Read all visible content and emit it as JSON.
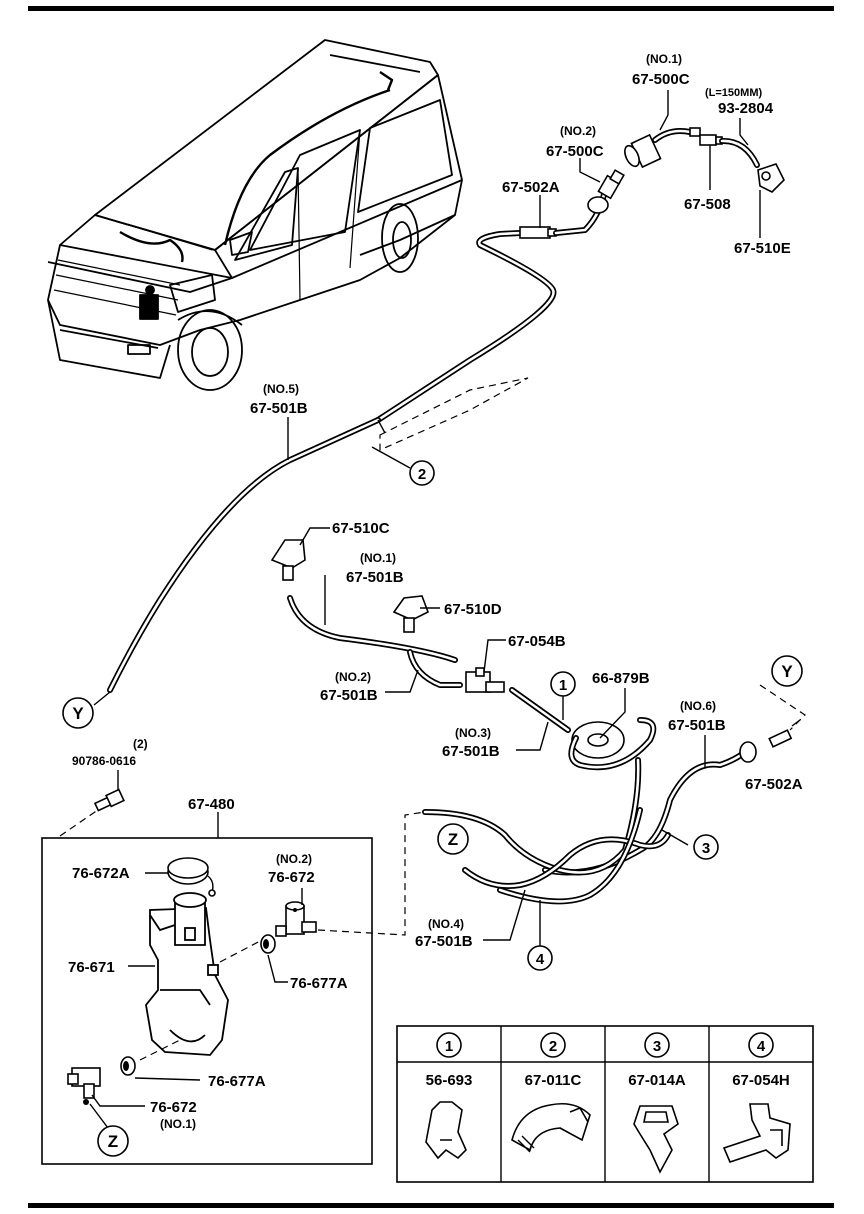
{
  "labels": {
    "no1_top": "(NO.1)",
    "p67_500c_a": "67-500C",
    "len_note": "(L=150MM)",
    "p93_2804": "93-2804",
    "no2_top": "(NO.2)",
    "p67_500c_b": "67-500C",
    "p67_502a_top": "67-502A",
    "p67_508": "67-508",
    "p67_510e": "67-510E",
    "no5": "(NO.5)",
    "p67_501b_no5": "67-501B",
    "p67_510c": "67-510C",
    "no1_mid": "(NO.1)",
    "p67_501b_no1": "67-501B",
    "p67_510d": "67-510D",
    "p67_054b": "67-054B",
    "no2_mid": "(NO.2)",
    "p67_501b_no2": "67-501B",
    "p66_879b": "66-879B",
    "no6": "(NO.6)",
    "p67_501b_no6": "67-501B",
    "no3": "(NO.3)",
    "p67_501b_no3": "67-501B",
    "p67_502a_right": "67-502A",
    "qty2": "(2)",
    "p90786_0616": "90786-0616",
    "p67_480": "67-480",
    "p76_672a": "76-672A",
    "no2_pump": "(NO.2)",
    "p76_672_top": "76-672",
    "p76_671": "76-671",
    "p76_677a_a": "76-677A",
    "p76_677a_b": "76-677A",
    "p76_672_bottom": "76-672",
    "no1_pump": "(NO.1)",
    "no4": "(NO.4)",
    "p67_501b_no4": "67-501B"
  },
  "markers": {
    "y": "Y",
    "z": "Z",
    "c1": "1",
    "c2": "2",
    "c3": "3",
    "c4": "4"
  },
  "legend": {
    "items": [
      {
        "num": "1",
        "part": "56-693"
      },
      {
        "num": "2",
        "part": "67-011C"
      },
      {
        "num": "3",
        "part": "67-014A"
      },
      {
        "num": "4",
        "part": "67-054H"
      }
    ]
  }
}
